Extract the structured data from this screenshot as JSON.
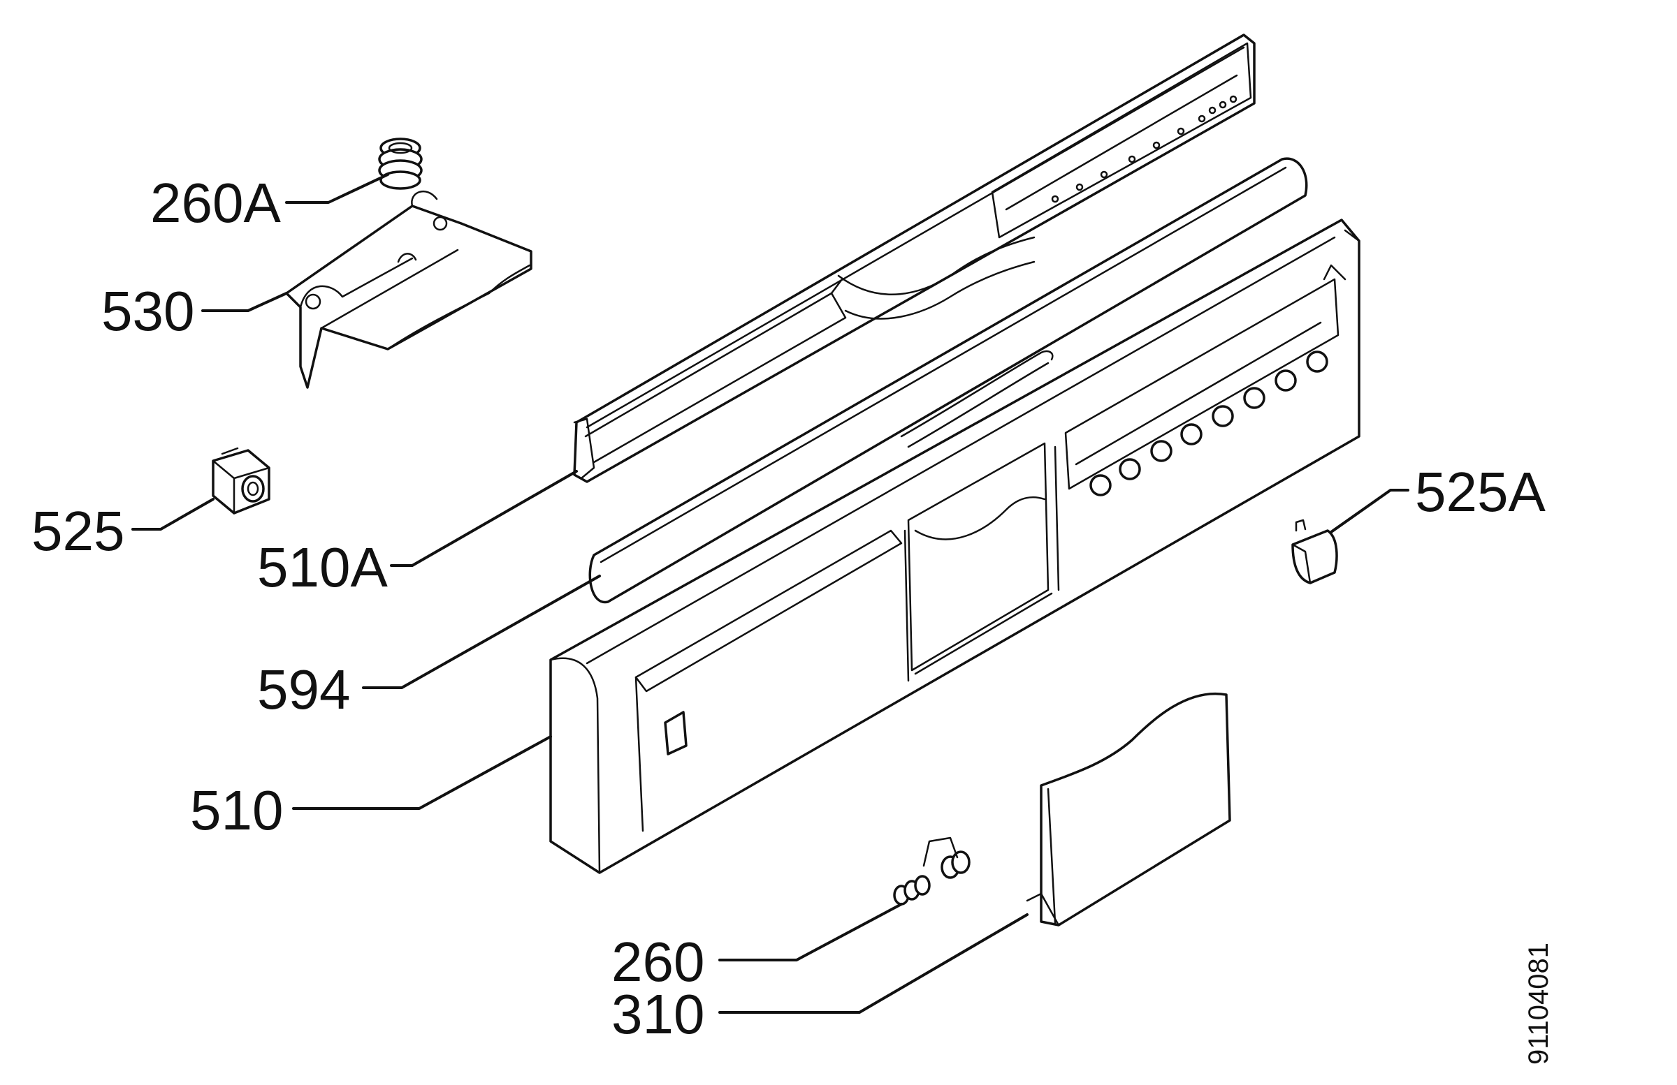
{
  "callouts": {
    "c260a": "260A",
    "c530": "530",
    "c525": "525",
    "c510a": "510A",
    "c594": "594",
    "c510": "510",
    "c525a": "525A",
    "c260": "260",
    "c310": "310"
  },
  "document_number": "91104081"
}
